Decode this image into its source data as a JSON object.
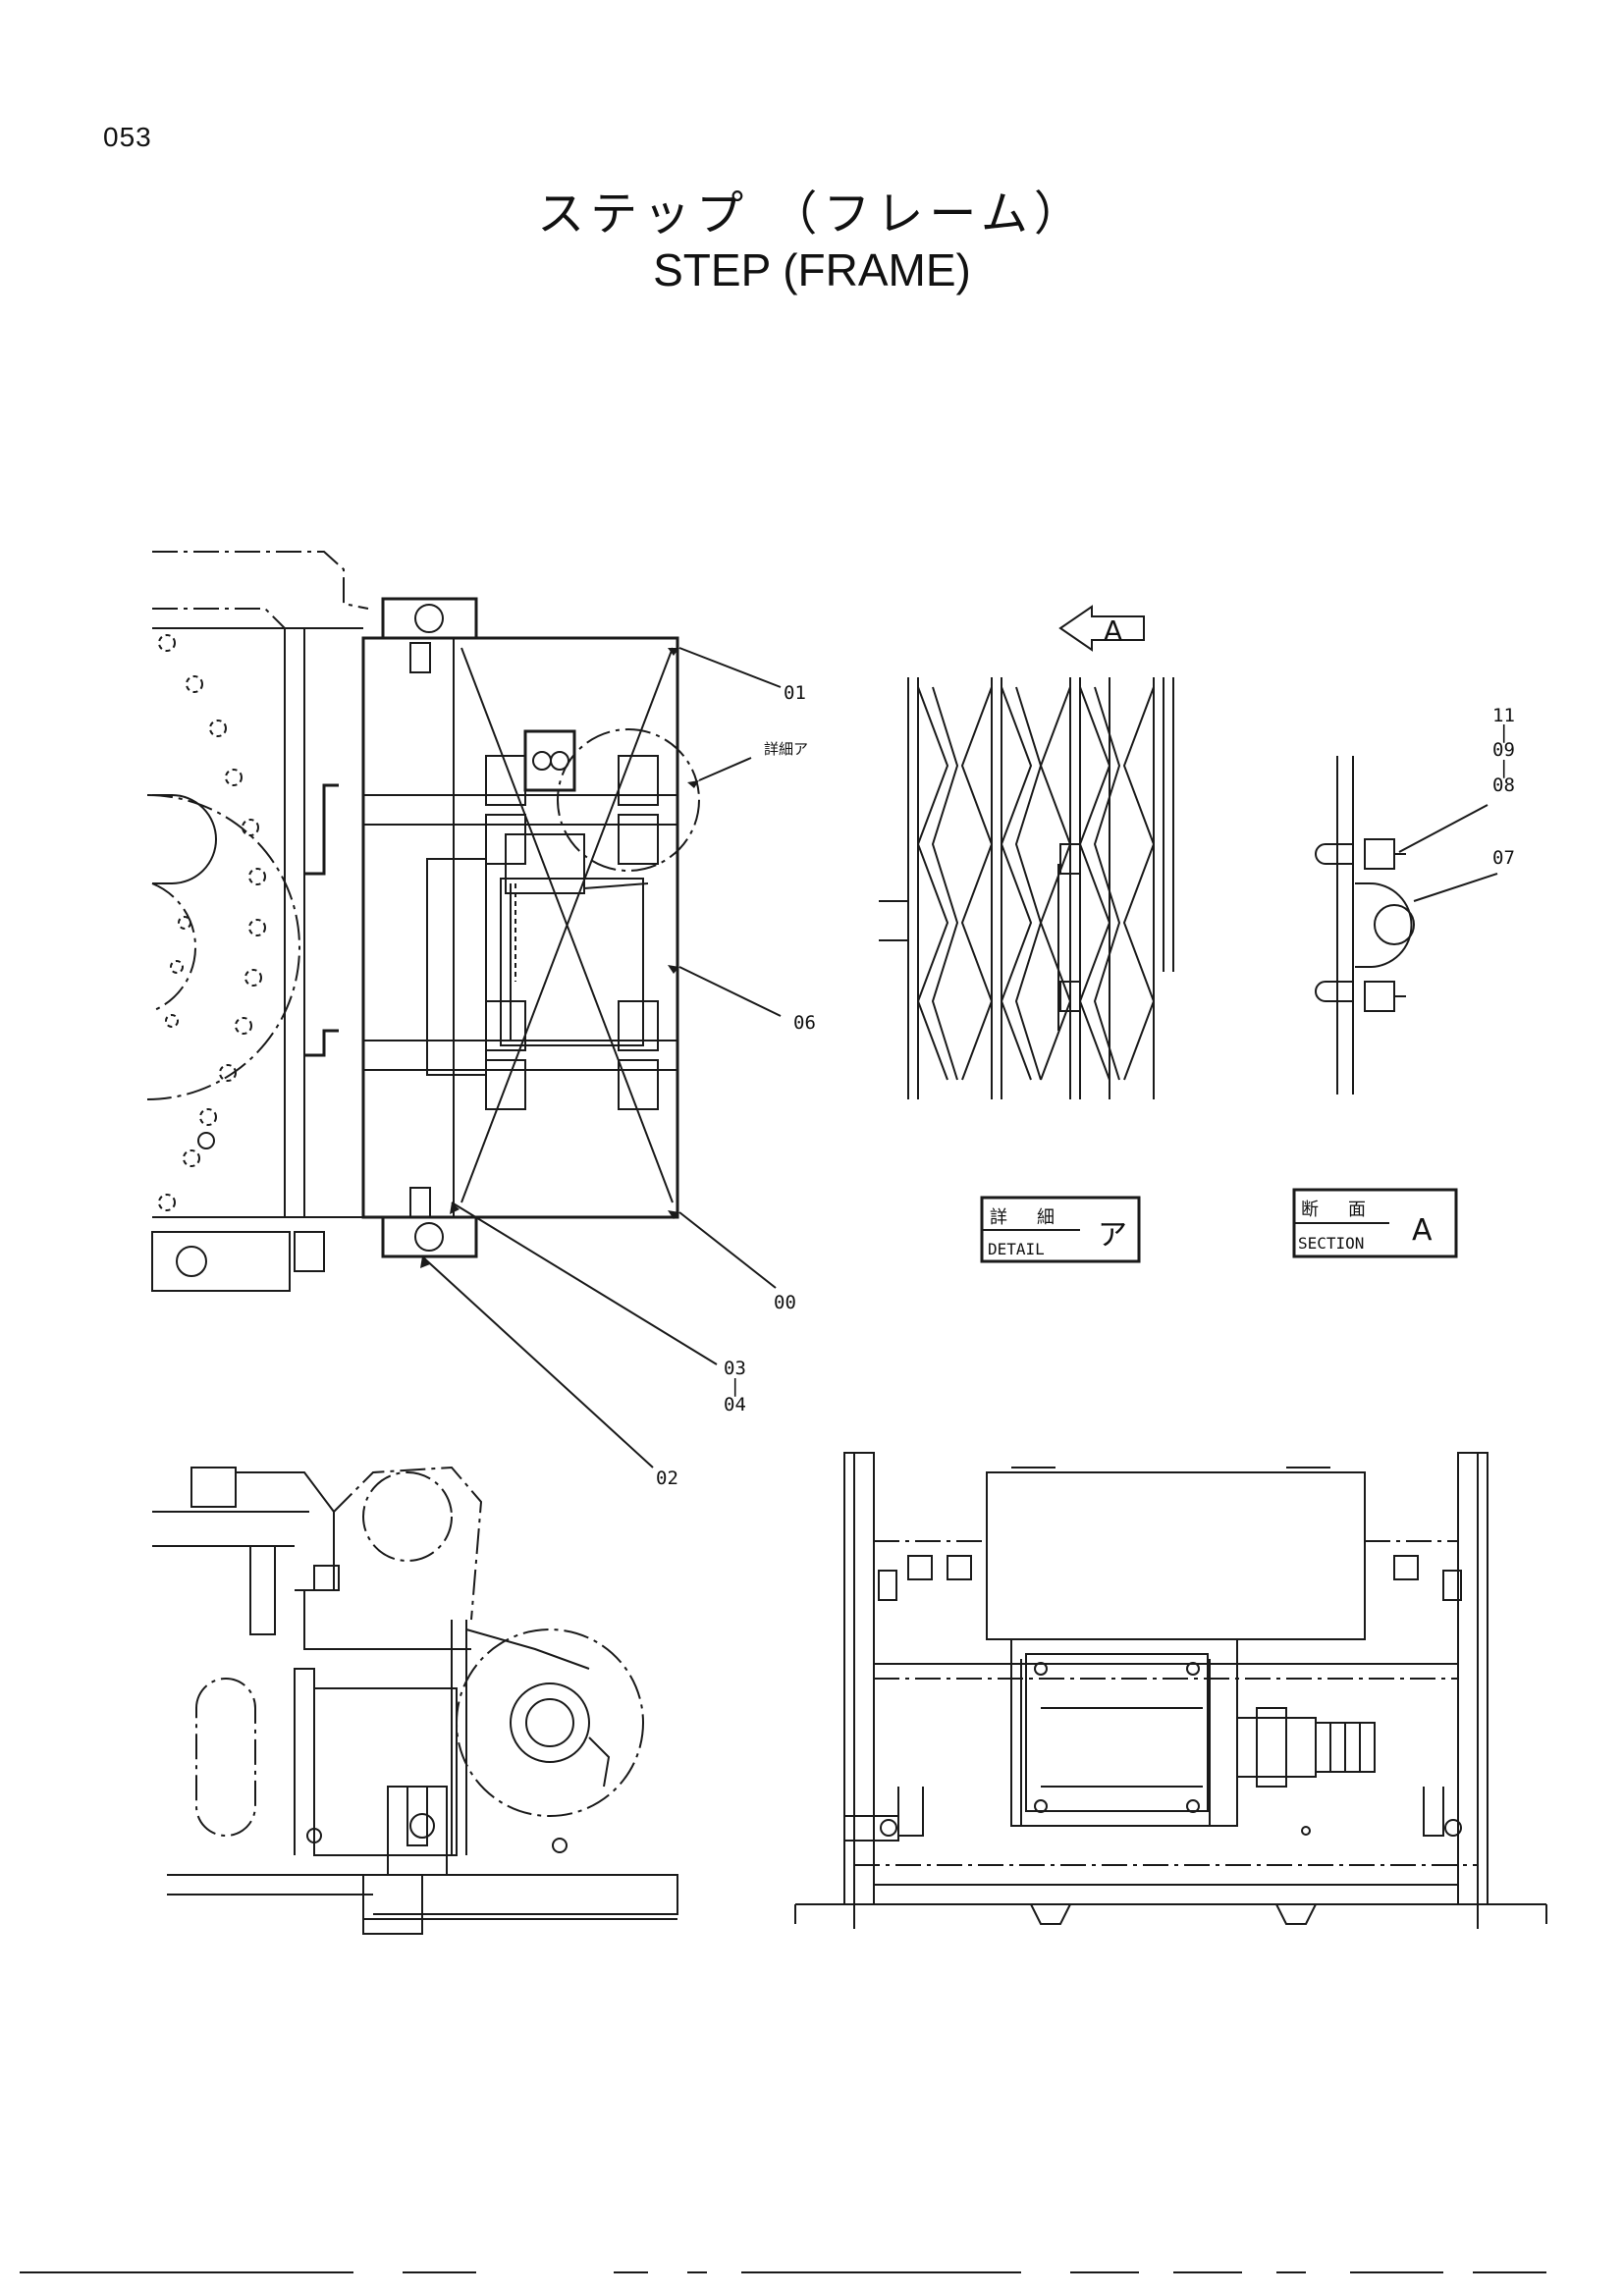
{
  "page": {
    "number": "053"
  },
  "title": {
    "japanese": "ステップ （フレーム）",
    "english": "STEP (FRAME)"
  },
  "detail_ref": "詳細ア",
  "view_arrow": {
    "letter": "A"
  },
  "callouts": {
    "c01": "01",
    "c06": "06",
    "c00": "00",
    "c03": "03",
    "c04": "04",
    "c02": "02",
    "c11": "11",
    "c09": "09",
    "c08": "08",
    "c07": "07",
    "range_sep": "|"
  },
  "detail_box": {
    "jp": "詳　細",
    "en": "DETAIL",
    "mark": "ア"
  },
  "section_box": {
    "jp": "断　面",
    "en": "SECTION",
    "mark": "A"
  }
}
